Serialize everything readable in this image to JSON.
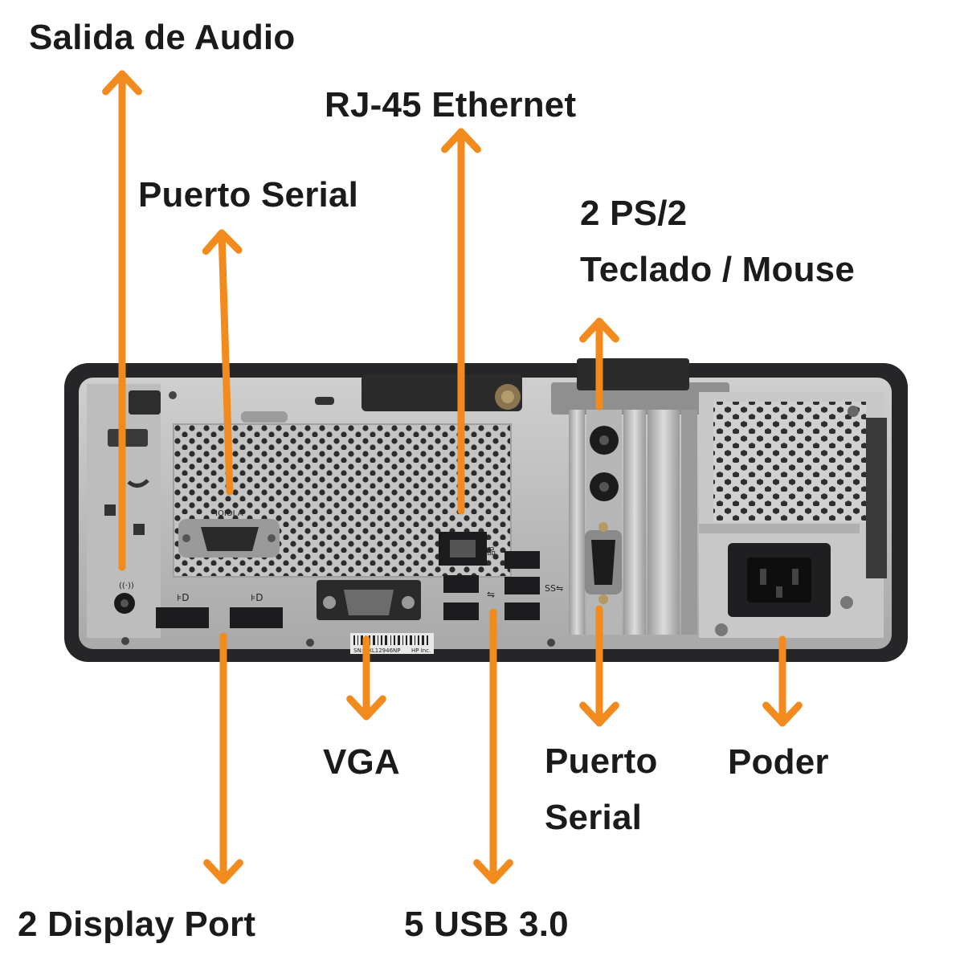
{
  "colors": {
    "arrow": "#F28A1E",
    "label_text": "#1B1B1B",
    "chassis": "#2A2A2C",
    "panel": "#BCBCBC",
    "port_dark": "#1C1C1E"
  },
  "labels": {
    "audio_out": "Salida de Audio",
    "ethernet": "RJ-45 Ethernet",
    "serial_top": "Puerto Serial",
    "ps2_line1": "2 PS/2",
    "ps2_line2": "Teclado / Mouse",
    "vga": "VGA",
    "serial_bottom_line1": "Puerto",
    "serial_bottom_line2": "Serial",
    "power": "Poder",
    "displayport": "2 Display Port",
    "usb": "5 USB 3.0"
  },
  "panel_markings": {
    "serial_mark": "IOIOI A",
    "serial_number": "SN:MXL12946NP",
    "manufacturer": "HP Inc."
  },
  "icons": [
    "audio-jack-icon",
    "network-icon",
    "usb-icon",
    "superspeed-usb-icon",
    "displayport-icon"
  ]
}
